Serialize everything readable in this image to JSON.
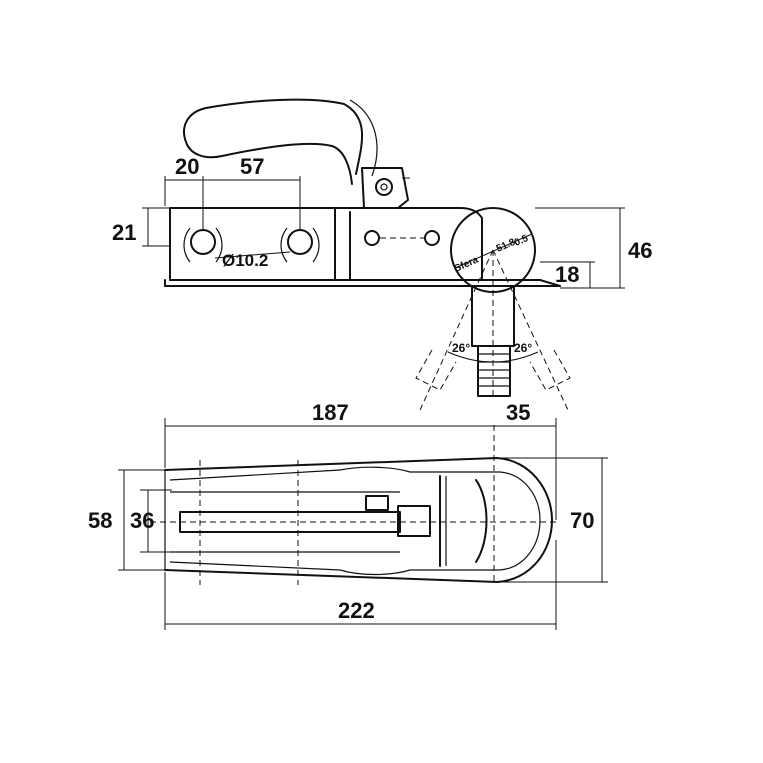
{
  "side_view": {
    "dim_hole_offset": "20",
    "dim_hole_spacing": "57",
    "dim_flange_height": "21",
    "dim_hole_diameter": "Ø10.2",
    "dim_total_height": "46",
    "dim_ball_height": "18",
    "sphere_label": "Sfera",
    "sphere_radius": "51.8",
    "sphere_tolerance": "0.5",
    "angle_left": "26°",
    "angle_right": "26°"
  },
  "top_view": {
    "dim_body_length": "187",
    "dim_head_length": "35",
    "dim_outer_width": "58",
    "dim_inner_width": "36",
    "dim_head_width": "70",
    "dim_total_length": "222"
  }
}
